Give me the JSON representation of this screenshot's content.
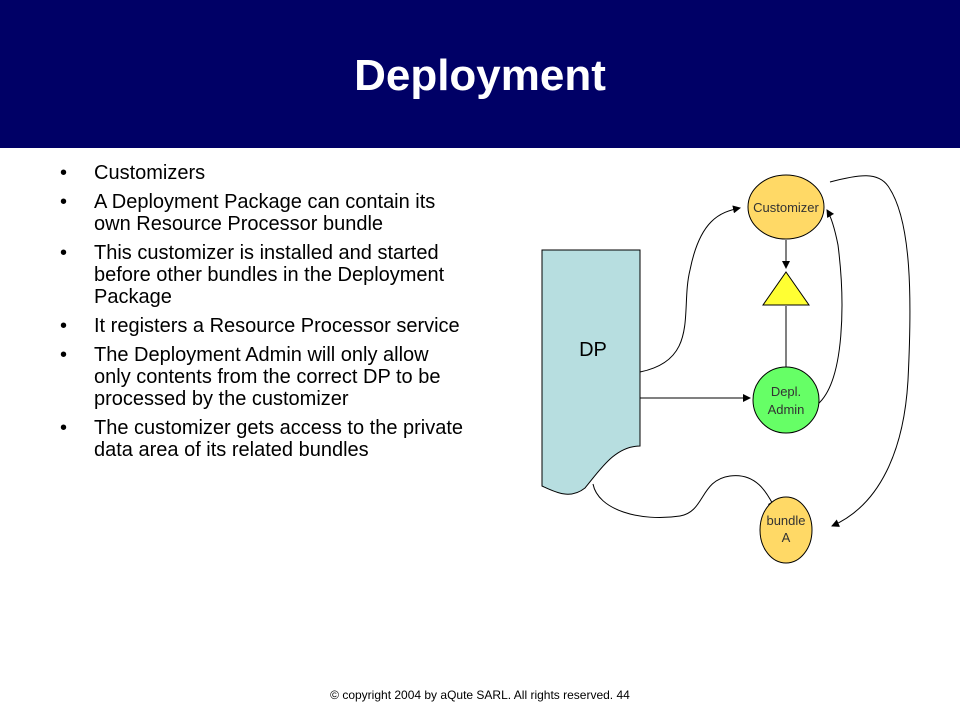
{
  "slide": {
    "title": "Deployment",
    "bullets": [
      "Customizers",
      "A Deployment Package can contain its own Resource Processor bundle",
      "This customizer is installed and started before other bundles in the Deployment Package",
      "It registers a Resource Processor service",
      "The Deployment Admin will only allow only contents from the correct DP to be processed by the customizer",
      "The customizer gets access to the private data area of its related bundles"
    ],
    "bullet_glyph": "•",
    "footer": "© copyright 2004 by aQute SARL. All rights reserved. 44"
  },
  "diagram": {
    "dp_label": "DP",
    "customizer_label": "Customizer",
    "depl_admin_label_1": "Depl.",
    "depl_admin_label_2": "Admin",
    "bundle_label_1": "bundle",
    "bundle_label_2": "A"
  },
  "colors": {
    "header_bg": "#000066",
    "dp_fill": "#B7DEE0",
    "customizer_fill": "#FFD966",
    "depl_admin_fill": "#66FF66",
    "bundle_fill": "#FFD966",
    "triangle_fill": "#FFFF33"
  }
}
